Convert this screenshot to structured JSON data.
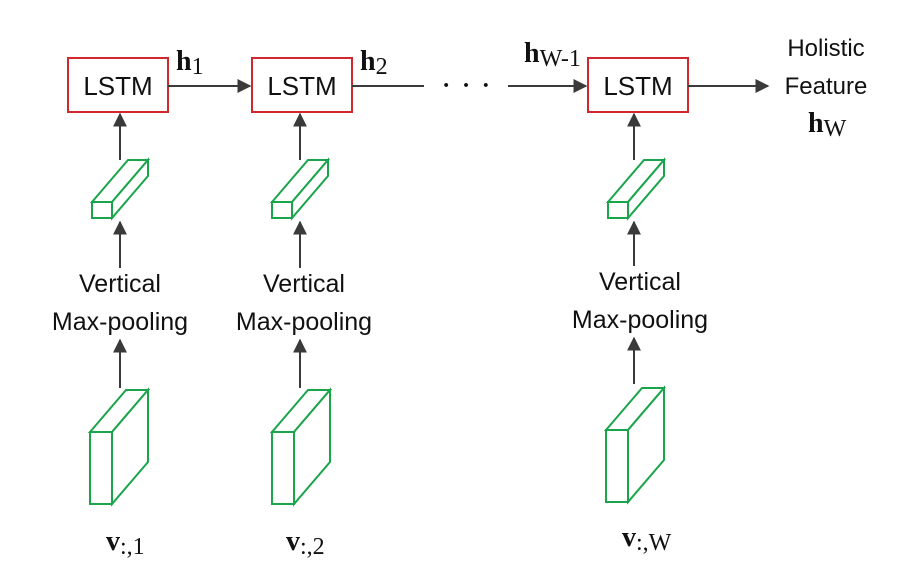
{
  "columns": [
    {
      "lstm_label": "LSTM",
      "pool_line1": "Vertical",
      "pool_line2": "Max-pooling",
      "input_main": "v",
      "input_sub": ":,1"
    },
    {
      "lstm_label": "LSTM",
      "pool_line1": "Vertical",
      "pool_line2": "Max-pooling",
      "input_main": "v",
      "input_sub": ":,2"
    },
    {
      "lstm_label": "LSTM",
      "pool_line1": "Vertical",
      "pool_line2": "Max-pooling",
      "input_main": "v",
      "input_sub": ":,W"
    }
  ],
  "hidden_states": [
    {
      "main": "h",
      "sub": "1"
    },
    {
      "main": "h",
      "sub": "2"
    },
    {
      "main": "h",
      "sub": "W-1"
    }
  ],
  "ellipsis": "· · ·",
  "output": {
    "line1": "Holistic",
    "line2": "Feature",
    "main": "h",
    "sub": "W"
  },
  "colors": {
    "lstm_border": "#d0282c",
    "feature_map": "#1aa54a",
    "arrow": "#3a3a3a"
  }
}
